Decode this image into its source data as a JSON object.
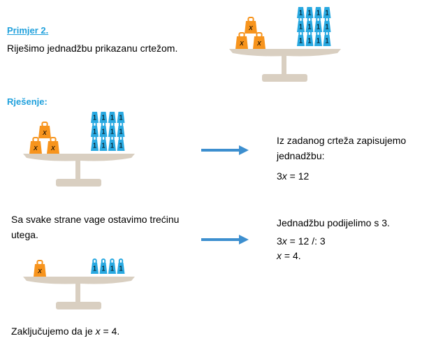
{
  "example": {
    "title": "Primjer 2.",
    "text": "Riješimo jednadžbu prikazanu crtežom."
  },
  "solution": {
    "title": "Rješenje:"
  },
  "steps": {
    "step1_line1": "Iz zadanog crteža zapisujemo",
    "step1_line2": "jednadžbu:",
    "step1_eq_pre": "3",
    "step1_eq_var": "x",
    "step1_eq_post": " = 12",
    "left_line1": "Sa svake strane vage ostavimo trećinu",
    "left_line2": "utega.",
    "step2_line1": "Jednadžbu podijelimo s 3.",
    "step2_eq1_pre": "3",
    "step2_eq1_var": "x",
    "step2_eq1_post": " = 12 /: 3",
    "step2_eq2_var": "x",
    "step2_eq2_post": " = 4.",
    "conclusion_pre": "Zaključujemo da je ",
    "conclusion_var": "x",
    "conclusion_post": " = 4."
  },
  "weights": {
    "x_label": "x",
    "one_label": "1"
  },
  "colors": {
    "heading": "#1fa0dc",
    "orange_weight": "#f7941d",
    "blue_weight": "#29a9e1",
    "scale": "#d9cfc1",
    "arrow": "#3d8fcf"
  }
}
